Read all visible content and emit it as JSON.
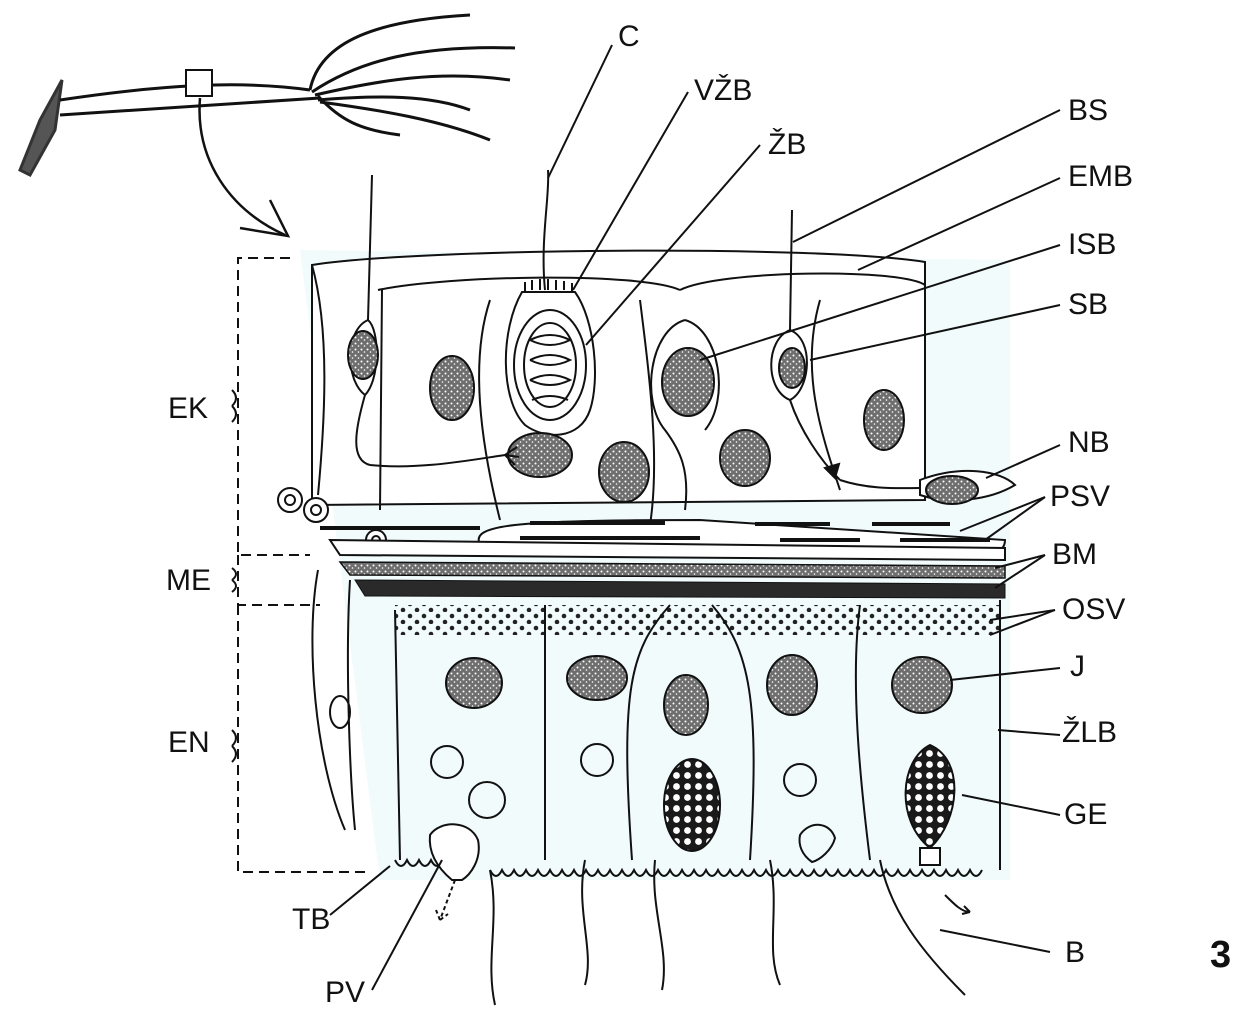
{
  "labels": {
    "C": "C",
    "VZB": "VŽB",
    "ZB": "ŽB",
    "BS": "BS",
    "EMB": "EMB",
    "ISB": "ISB",
    "SB": "SB",
    "NB": "NB",
    "PSV": "PSV",
    "BM": "BM",
    "OSV": "OSV",
    "J": "J",
    "ZLB": "ŽLB",
    "GE": "GE",
    "B": "B",
    "TB": "TB",
    "PV": "PV",
    "EK": "EK",
    "ME": "ME",
    "EN": "EN"
  },
  "figure_number": "3",
  "colors": {
    "ink": "#111111",
    "tint": "#d8f3f7"
  }
}
